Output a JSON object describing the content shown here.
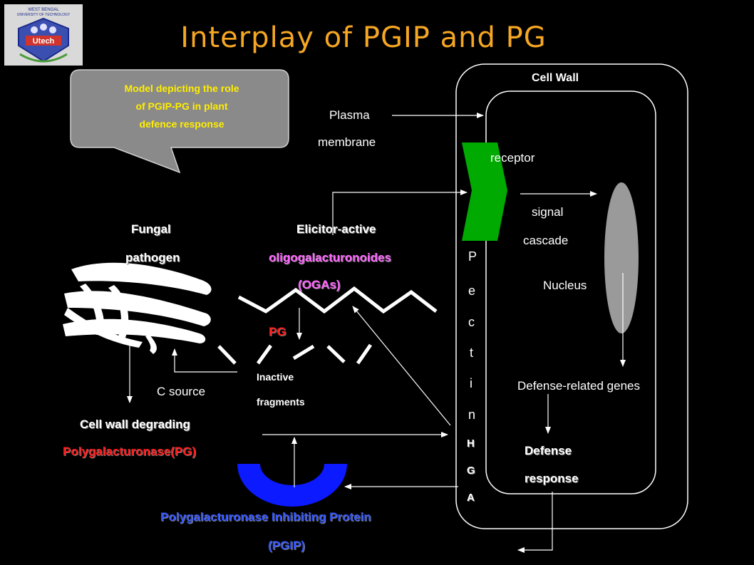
{
  "title": "Interplay of PGIP and PG",
  "logo": {
    "line1": "WEST BENGAL",
    "line2": "UNIVERSITY OF TECHNOLOGY",
    "name": "Utech"
  },
  "callout": {
    "line1": "Model depicting the role",
    "line2": "of PGIP-PG in plant",
    "line3": "defence response"
  },
  "labels": {
    "cell_wall": "Cell Wall",
    "plasma_1": "Plasma",
    "plasma_2": "membrane",
    "receptor": "receptor",
    "signal_1": "signal",
    "signal_2": "cascade",
    "nucleus": "Nucleus",
    "fungal_1": "Fungal",
    "fungal_2": "pathogen",
    "elicitor_1": "Elicitor-active",
    "elicitor_2": "oligogalacturonoides",
    "elicitor_3": "(OGAs)",
    "pg": "PG",
    "inactive_1": "Inactive",
    "inactive_2": "fragments",
    "c_source": "C source",
    "cwd_1": "Cell wall degrading",
    "cwd_2": "Polygalacturonase(PG)",
    "defense_genes": "Defense-related genes",
    "defense_resp_1": "Defense",
    "defense_resp_2": "response",
    "pgip_1": "Polygalacturonase Inhibiting Protein",
    "pgip_2": "(PGIP)"
  },
  "pectin_letters": [
    "P",
    "e",
    "c",
    "t",
    "i",
    "n"
  ],
  "hga_letters": [
    "H",
    "G",
    "A"
  ],
  "colors": {
    "title": "#f5a623",
    "callout_bg": "#8a8a8a",
    "callout_text": "#ffee00",
    "elicitor_text": "#ff66ff",
    "pg_text": "#ff1a1a",
    "pgip_text": "#3355ff",
    "receptor": "#00aa00",
    "nucleus": "#9a9a9a",
    "pgip_shape": "#0b1aff"
  }
}
